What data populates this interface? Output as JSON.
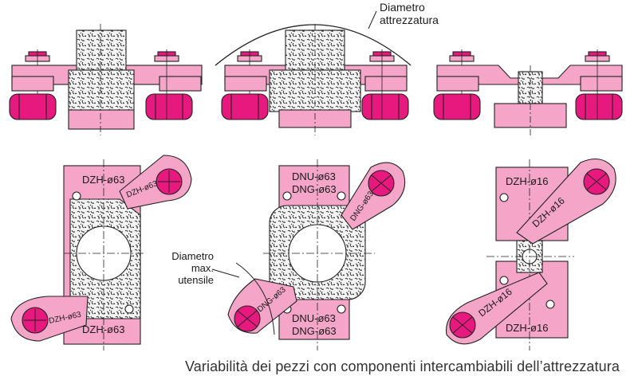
{
  "colors": {
    "pink": "#f5a5c8",
    "magenta": "#e8197e",
    "outline": "#222222",
    "part_fill": "#eeeeee"
  },
  "annotations": {
    "fixture_diameter": "Diametro\nattrezzatura",
    "tool_diameter": "Diametro\nmax.\nutensile"
  },
  "views": [
    {
      "id": "left",
      "labels": [
        "DZH-ø63",
        "DZH-ø63",
        "DZH-ø63",
        "DZH-ø63"
      ]
    },
    {
      "id": "middle",
      "labels": [
        "DNU-ø63",
        "DNG-ø63",
        "DNG-ø63",
        "DNG-ø63",
        "DNU-ø63",
        "DNG-ø63"
      ]
    },
    {
      "id": "right",
      "labels": [
        "DZH-ø16",
        "DZH-ø16",
        "DZH-ø16",
        "DZH-ø16"
      ]
    }
  ],
  "caption": "Variabilità dei pezzi con componenti intercambiabili dell’attrezzatura"
}
